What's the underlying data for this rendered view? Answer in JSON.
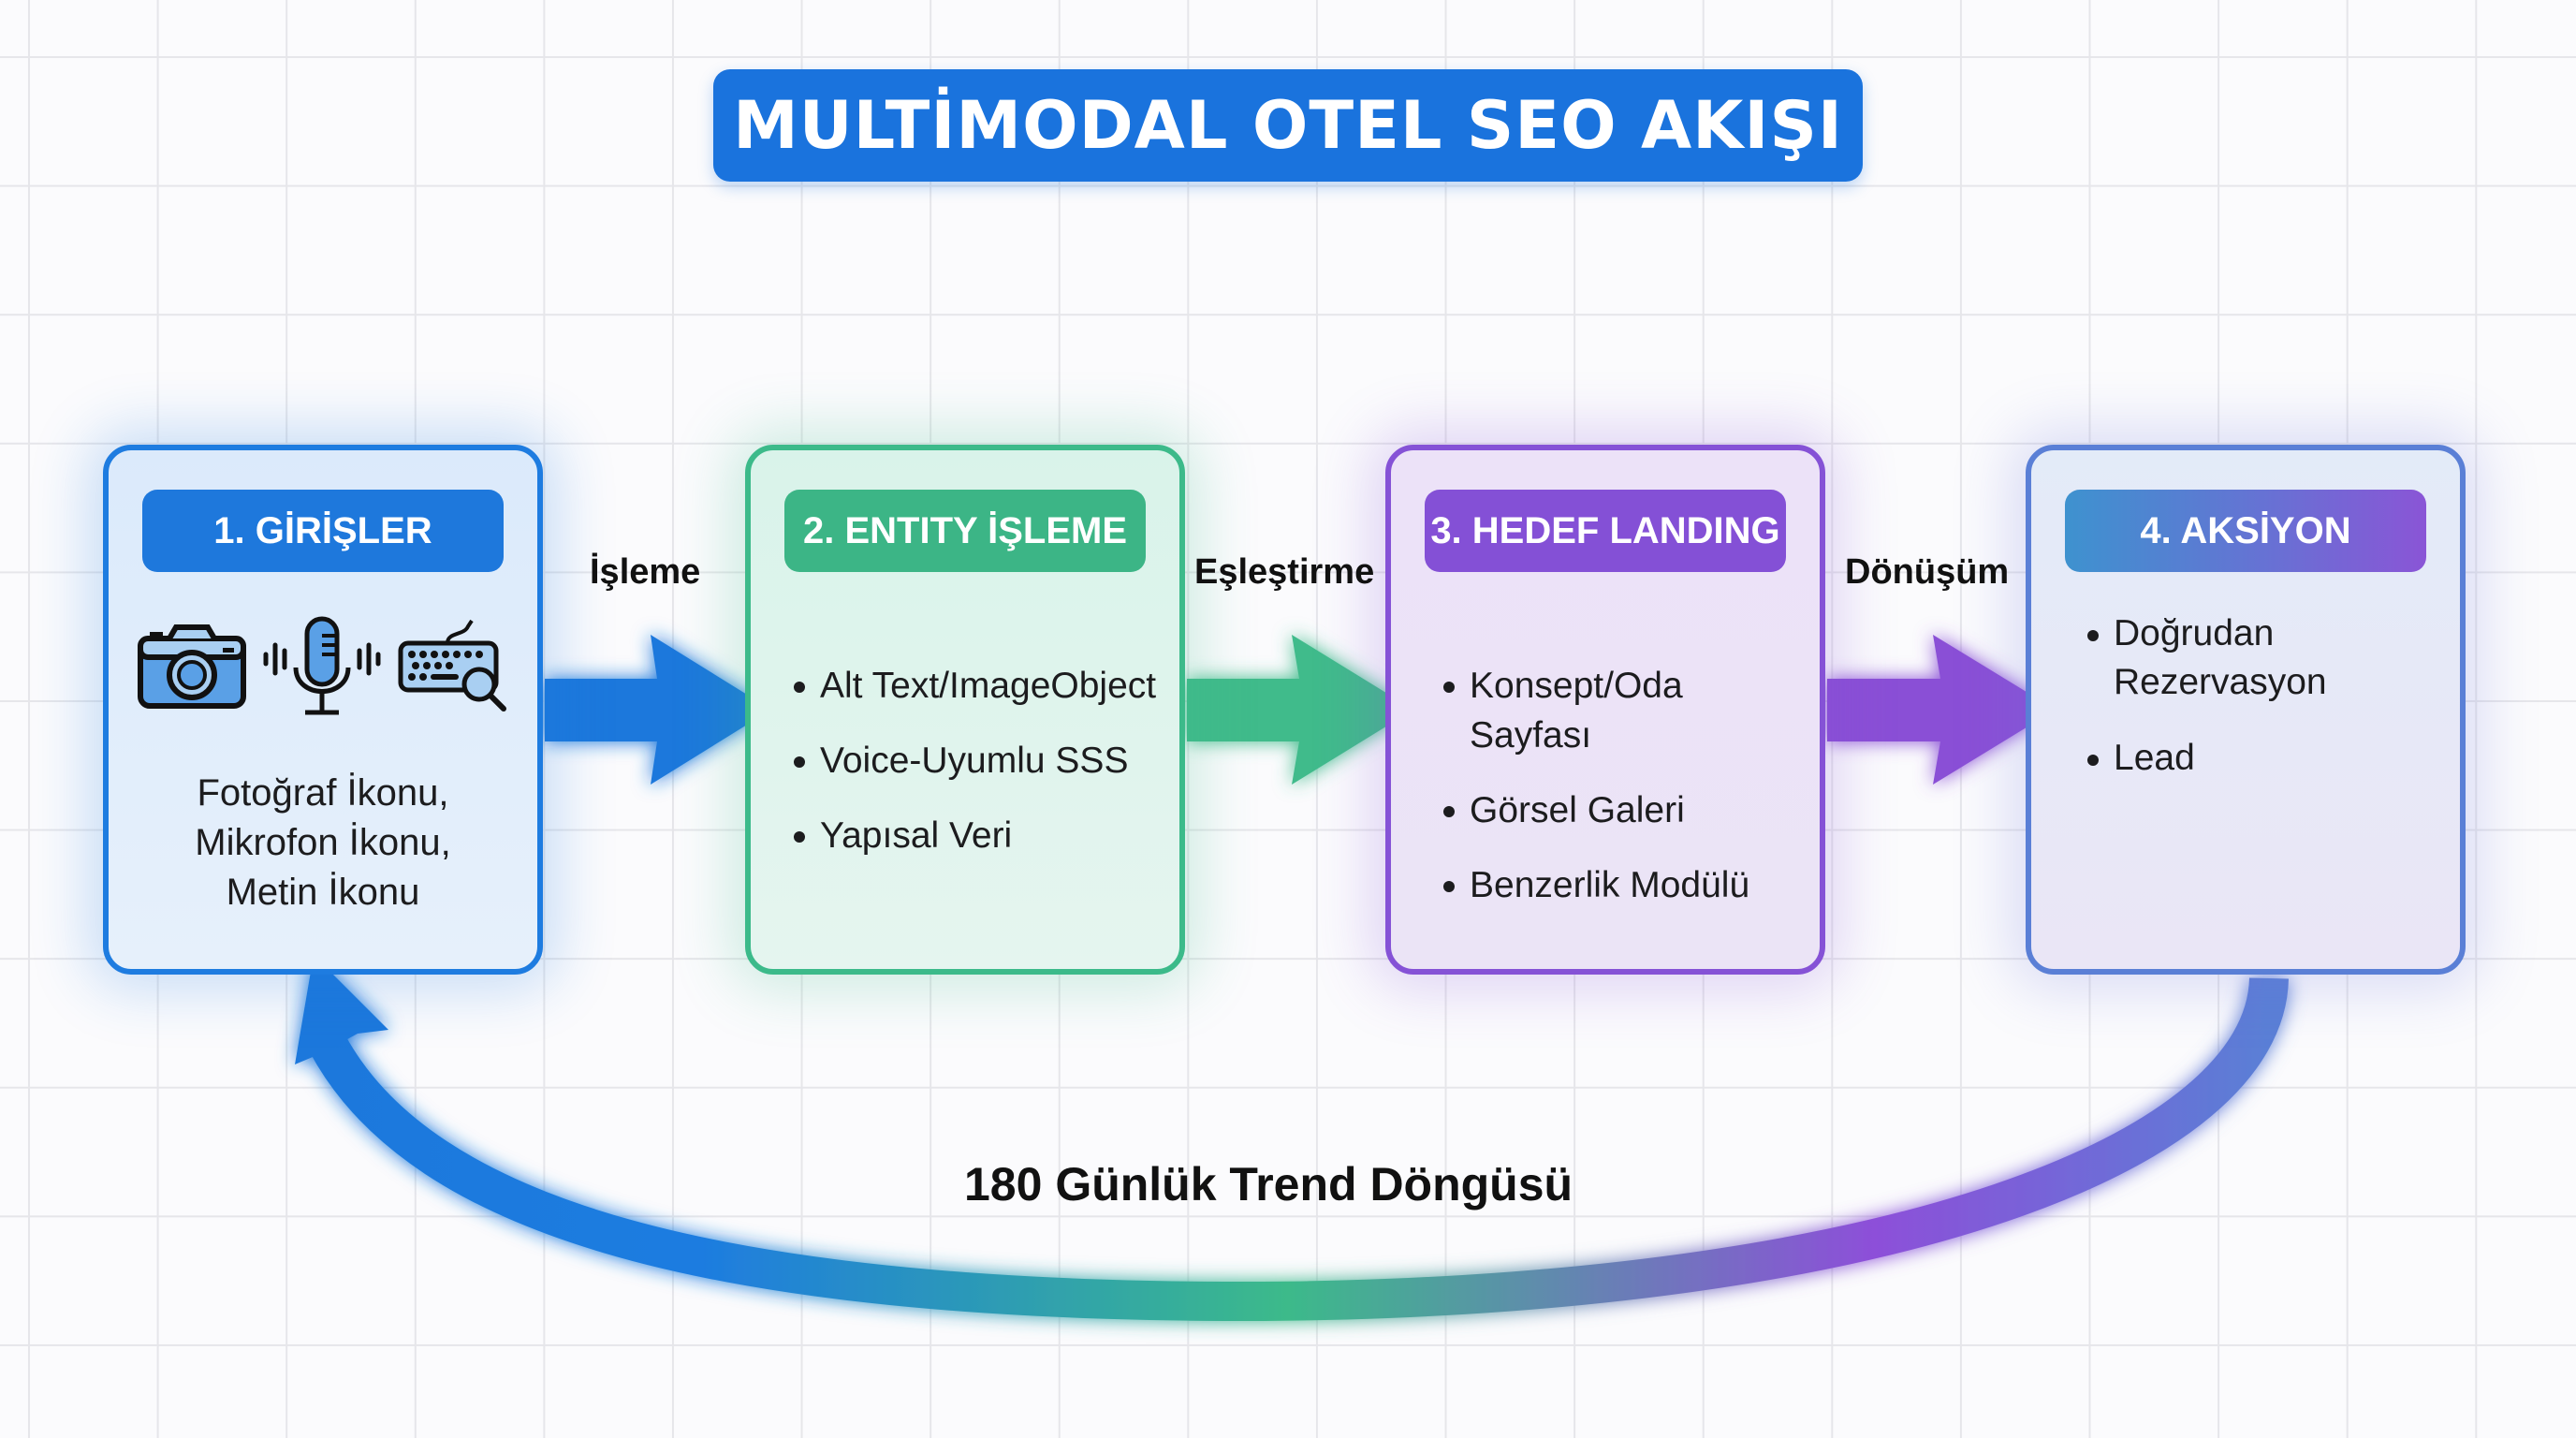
{
  "title": "MULTİMODAL OTEL SEO AKIŞI",
  "colors": {
    "title_bg": "#1a73dd",
    "stage1": "#1e7ce0",
    "stage2": "#3cba8a",
    "stage3": "#8552d6",
    "stage4_gradient": [
      "#3e92cf",
      "#8a55d6"
    ],
    "loop_gradient": [
      "#1e7ce0",
      "#3cba8a",
      "#8552d6",
      "#5a7fd6"
    ]
  },
  "stages": [
    {
      "id": 1,
      "header": "1. GİRİŞLER",
      "icons": [
        "camera-icon",
        "microphone-icon",
        "keyboard-search-icon"
      ],
      "description": [
        "Fotoğraf İkonu,",
        "Mikrofon İkonu,",
        "Metin İkonu"
      ]
    },
    {
      "id": 2,
      "header": "2. ENTITY İŞLEME",
      "bullets": [
        "Alt Text/ImageObject",
        "Voice-Uyumlu SSS",
        "Yapısal Veri"
      ]
    },
    {
      "id": 3,
      "header": "3. HEDEF LANDING",
      "bullets": [
        "Konsept/Oda Sayfası",
        "Görsel Galeri",
        "Benzerlik Modülü"
      ]
    },
    {
      "id": 4,
      "header": "4. AKSİYON",
      "bullets": [
        [
          "Doğrudan",
          "Rezervasyon"
        ],
        [
          "Lead"
        ]
      ]
    }
  ],
  "connectors": [
    {
      "from": 1,
      "to": 2,
      "label": "İşleme"
    },
    {
      "from": 2,
      "to": 3,
      "label": "Eşleştirme"
    },
    {
      "from": 3,
      "to": 4,
      "label": "Dönüşüm"
    }
  ],
  "loop": {
    "from": 4,
    "to": 1,
    "label": "180 Günlük Trend Döngüsü"
  }
}
